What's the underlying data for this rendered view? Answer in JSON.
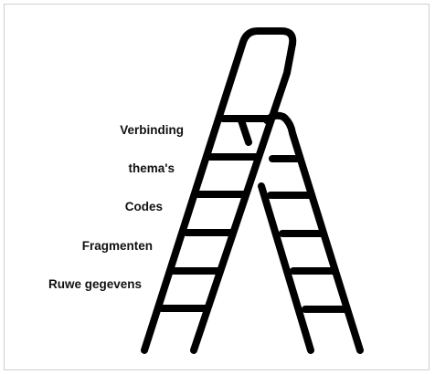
{
  "diagram": {
    "steps": [
      {
        "label": "Verbinding"
      },
      {
        "label": "thema's"
      },
      {
        "label": "Codes"
      },
      {
        "label": "Fragmenten"
      },
      {
        "label": "Ruwe gegevens"
      }
    ],
    "colors": {
      "ink": "#000000",
      "text": "#111111",
      "border": "#cfcfcf"
    }
  }
}
